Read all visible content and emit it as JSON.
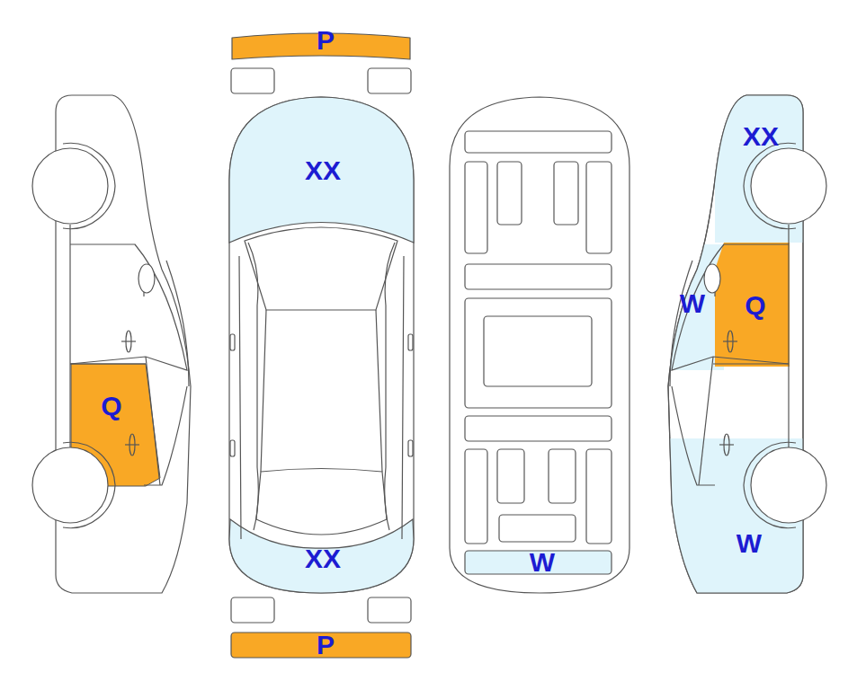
{
  "diagram": {
    "labels": [
      "P",
      "XX",
      "XX",
      "W",
      "Q",
      "Q",
      "W",
      "XX",
      "W",
      "P"
    ]
  }
}
